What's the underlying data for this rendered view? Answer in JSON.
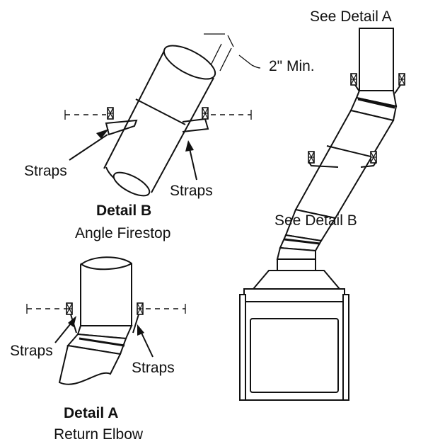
{
  "labels": {
    "see_detail_a": "See Detail A",
    "two_inch_min": "2\" Min.",
    "straps_b_left": "Straps",
    "straps_b_right": "Straps",
    "detail_b_title": "Detail B",
    "detail_b_subtitle": "Angle Firestop",
    "see_detail_b": "See Detail B",
    "straps_a_left": "Straps",
    "straps_a_right": "Straps",
    "detail_a_title": "Detail A",
    "detail_a_subtitle": "Return Elbow"
  }
}
